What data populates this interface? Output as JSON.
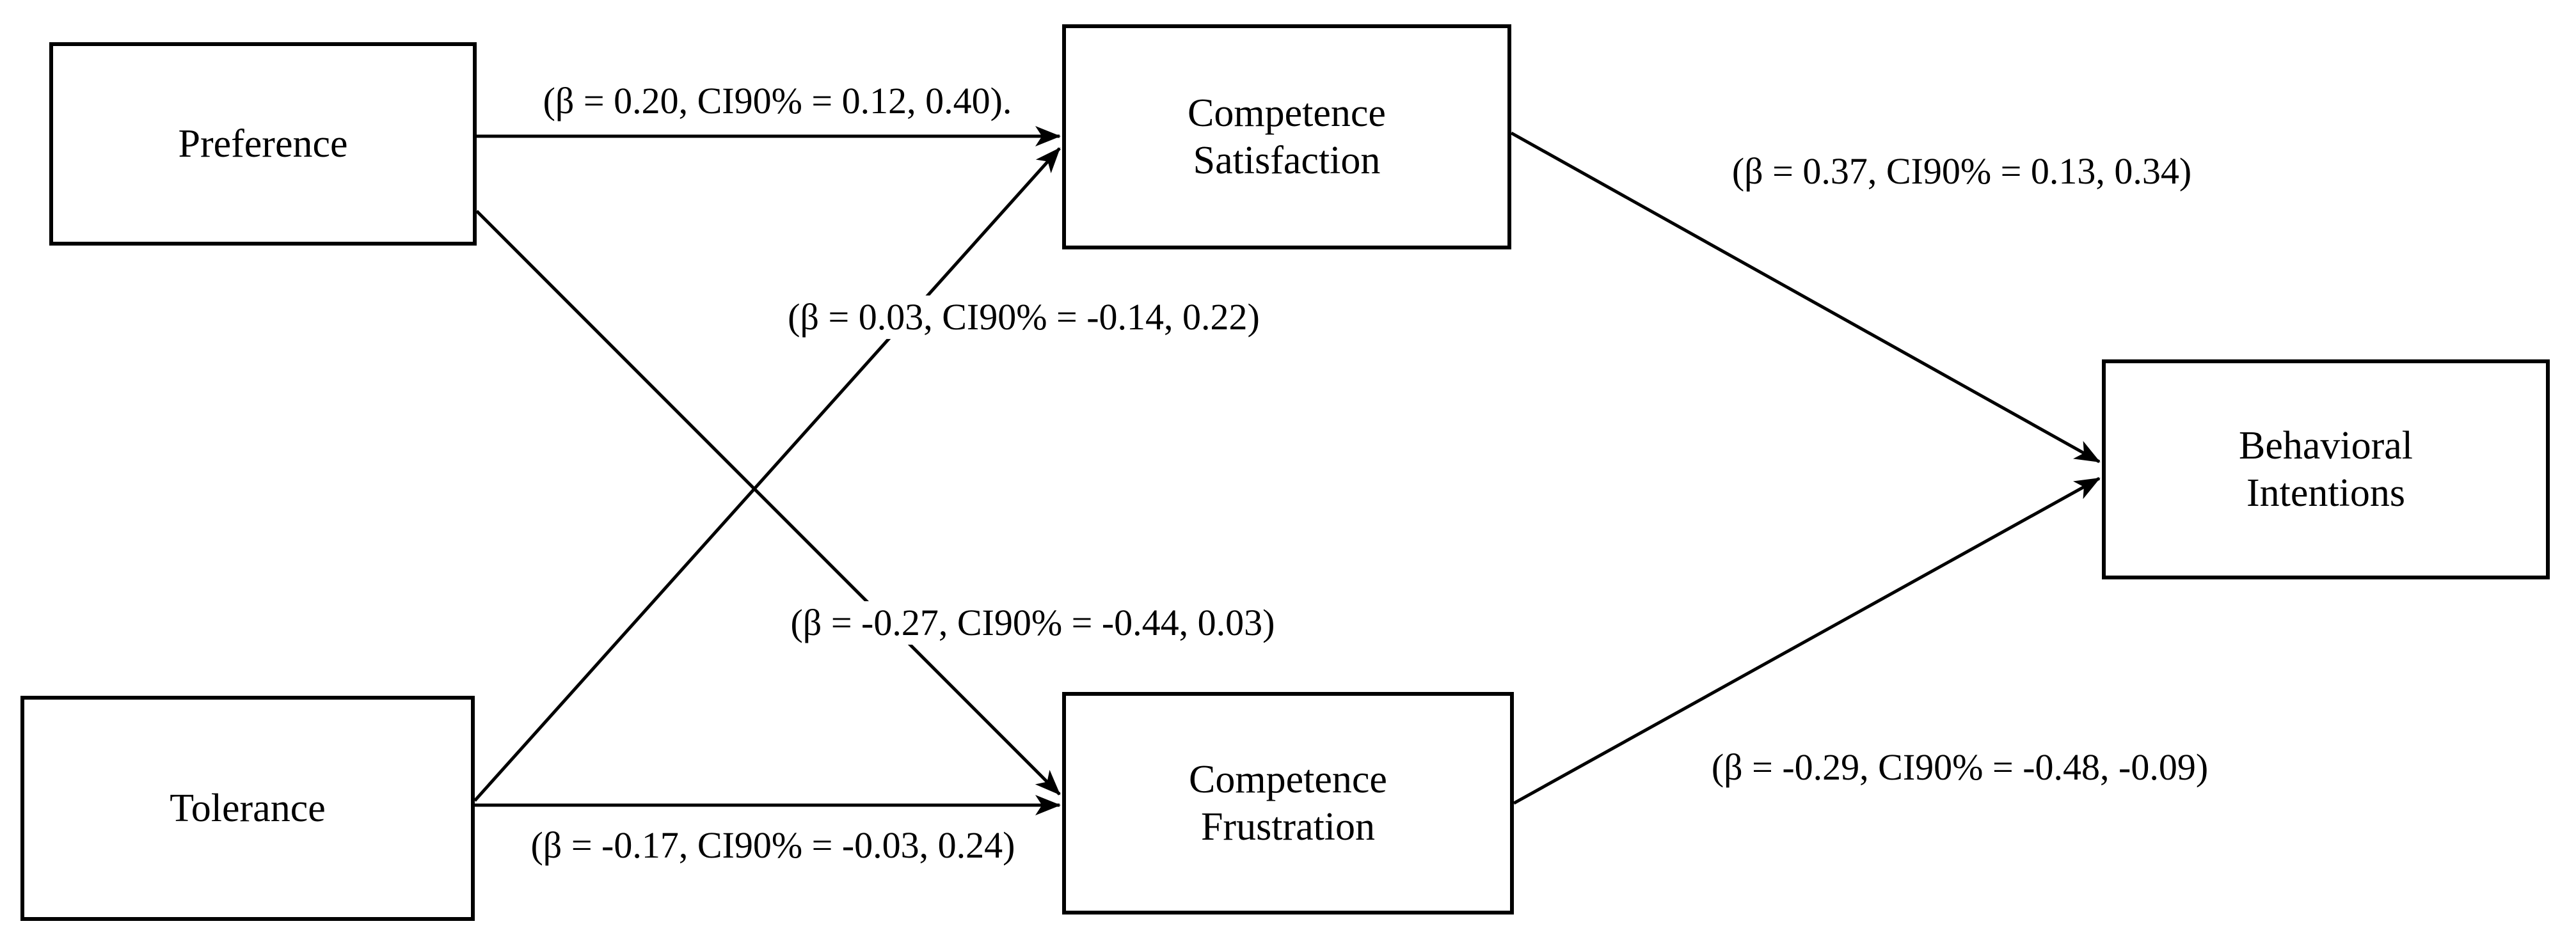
{
  "diagram": {
    "nodes": {
      "preference": {
        "lines": [
          "Preference"
        ]
      },
      "tolerance": {
        "lines": [
          "Tolerance"
        ]
      },
      "competence_satisfaction": {
        "lines": [
          "Competence",
          "Satisfaction"
        ]
      },
      "competence_frustration": {
        "lines": [
          "Competence",
          "Frustration"
        ]
      },
      "behavioral_intentions": {
        "lines": [
          "Behavioral",
          "Intentions"
        ]
      }
    },
    "path_labels": {
      "preference_to_satisfaction": "(β = 0.20, CI90% = 0.12, 0.40).",
      "tolerance_to_satisfaction": "(β = 0.03, CI90% = -0.14, 0.22)",
      "preference_to_frustration": "(β = -0.27, CI90% = -0.44, 0.03)",
      "tolerance_to_frustration": "(β = -0.17, CI90% = -0.03, 0.24)",
      "satisfaction_to_behavioral": "(β = 0.37, CI90% = 0.13, 0.34)",
      "frustration_to_behavioral": "(β = -0.29, CI90% = -0.48, -0.09)"
    },
    "colors": {
      "line": "#000000",
      "box_border": "#000000",
      "text": "#000000",
      "background": "#ffffff"
    }
  }
}
